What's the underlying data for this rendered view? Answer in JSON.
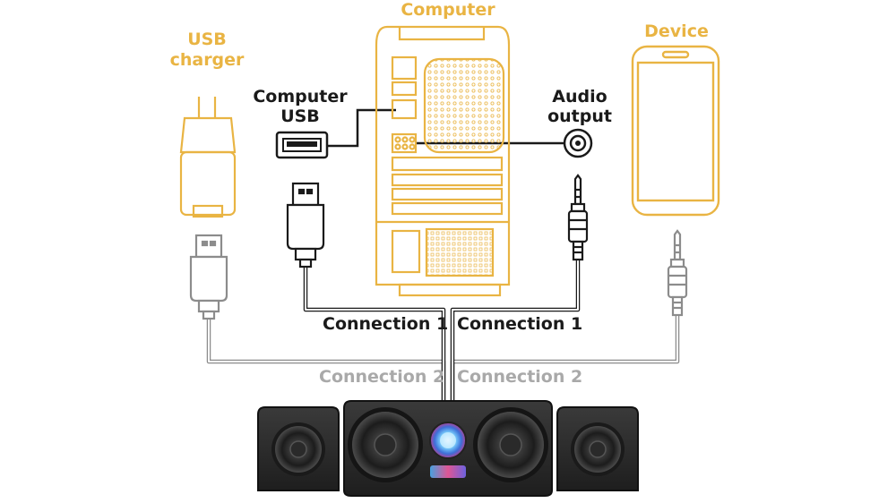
{
  "labels": {
    "computer": "Computer",
    "usb_charger": [
      "USB",
      "charger"
    ],
    "device": "Device",
    "computer_usb": [
      "Computer",
      "USB"
    ],
    "audio_output": [
      "Audio",
      "output"
    ],
    "connection1_left": "Connection 1",
    "connection1_right": "Connection 1",
    "connection2_left": "Connection 2",
    "connection2_right": "Connection 2"
  },
  "colors": {
    "outline_yellow": "#e9b443",
    "connection1": "#1a1a1a",
    "connection2": "#a9a9a9",
    "speaker_body": "#2b2b2b"
  },
  "icons": [
    "usb-charger-icon",
    "computer-tower-icon",
    "smartphone-icon",
    "usb-port-icon",
    "audio-jack-port-icon",
    "usb-plug-icon",
    "audio-plug-icon",
    "speaker-set-icon"
  ]
}
